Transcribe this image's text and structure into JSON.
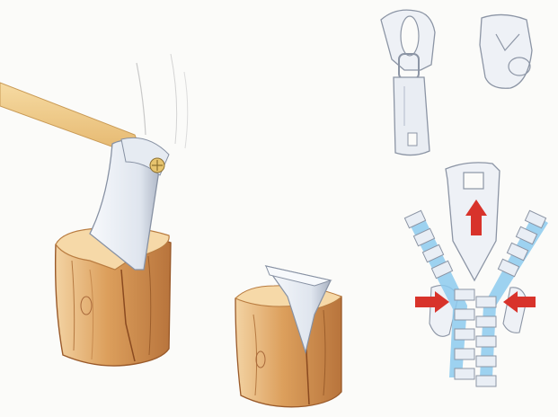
{
  "scene": {
    "background": "#fbfbf9",
    "panels": [
      "axe-splitting-log",
      "wedge-in-stump",
      "zipper-slider-parts",
      "zipper-closing-mechanism"
    ]
  },
  "colors": {
    "wood_light": "#f0c994",
    "wood_mid": "#dc9f5c",
    "wood_dark": "#b06a34",
    "wood_top": "#f6d9a8",
    "handle": "#f2cf8c",
    "blade": "#eef1f6",
    "blade_shade": "#a9b2c2",
    "zipper_tooth": "#e9eef5",
    "zipper_tape": "#6fb7e6",
    "arrow": "#d8332b"
  },
  "icons": {
    "force_up": "red-arrow-up",
    "force_left": "red-arrow-left",
    "force_right": "red-arrow-right"
  }
}
